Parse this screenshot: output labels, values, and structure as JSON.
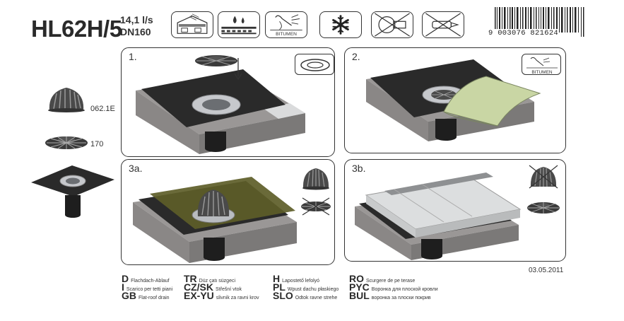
{
  "header": {
    "model": "HL62H/5",
    "flow": "14,1 l/s",
    "dn": "DN160",
    "icons": [
      "building-insulation-icon",
      "water-drop-sealing-icon",
      "bitumen-torch-icon",
      "snowflake-icon",
      "no-heat-icon",
      "no-torch-icon"
    ],
    "icon_bitumen_label": "BITUMEN",
    "barcode_number": "9 003076 821624"
  },
  "parts": [
    {
      "code": "062.1E",
      "icon": "leaf-guard-dome-icon"
    },
    {
      "code": "170",
      "icon": "flat-grate-icon"
    }
  ],
  "panels": [
    {
      "number": "1.",
      "icon": "sealing-ring-icon"
    },
    {
      "number": "2.",
      "icon": "bitumen-torch-icon",
      "badge_label": "BITUMEN"
    },
    {
      "number": "3a.",
      "icon": "dome-grate-icon"
    },
    {
      "number": "3b.",
      "icon": "flat-grate-icon"
    }
  ],
  "date": "03.05.2011",
  "legend": [
    [
      {
        "code": "D",
        "text": "Flachdach-Ablauf"
      },
      {
        "code": "I",
        "text": "Scarico per tetti piani"
      },
      {
        "code": "GB",
        "text": "Flat-roof drain"
      }
    ],
    [
      {
        "code": "TR",
        "text": "Düz çatı süzgeci"
      },
      {
        "code": "CZ/SK",
        "text": "Střešní vtok"
      },
      {
        "code": "EX-YU",
        "text": "slivnik za ravni krov"
      }
    ],
    [
      {
        "code": "H",
        "text": "Lapostető lefolyó"
      },
      {
        "code": "PL",
        "text": "Wpust dachu płaskiego"
      },
      {
        "code": "SLO",
        "text": "Odtok ravne strehe"
      }
    ],
    [
      {
        "code": "RO",
        "text": "Scurgere de pe terase"
      },
      {
        "code": "PYC",
        "text": "Воронка для плоской кровли"
      },
      {
        "code": "BUL",
        "text": "воронка за плоcки покрив"
      }
    ]
  ],
  "colors": {
    "membrane": "#2a2a2a",
    "concrete": "#8d8a88",
    "bitumen_sheet": "#c9d6a4",
    "olive_sheet": "#6a6a2a",
    "metal": "#b9bcc0",
    "insulation": "#d9dadc"
  }
}
